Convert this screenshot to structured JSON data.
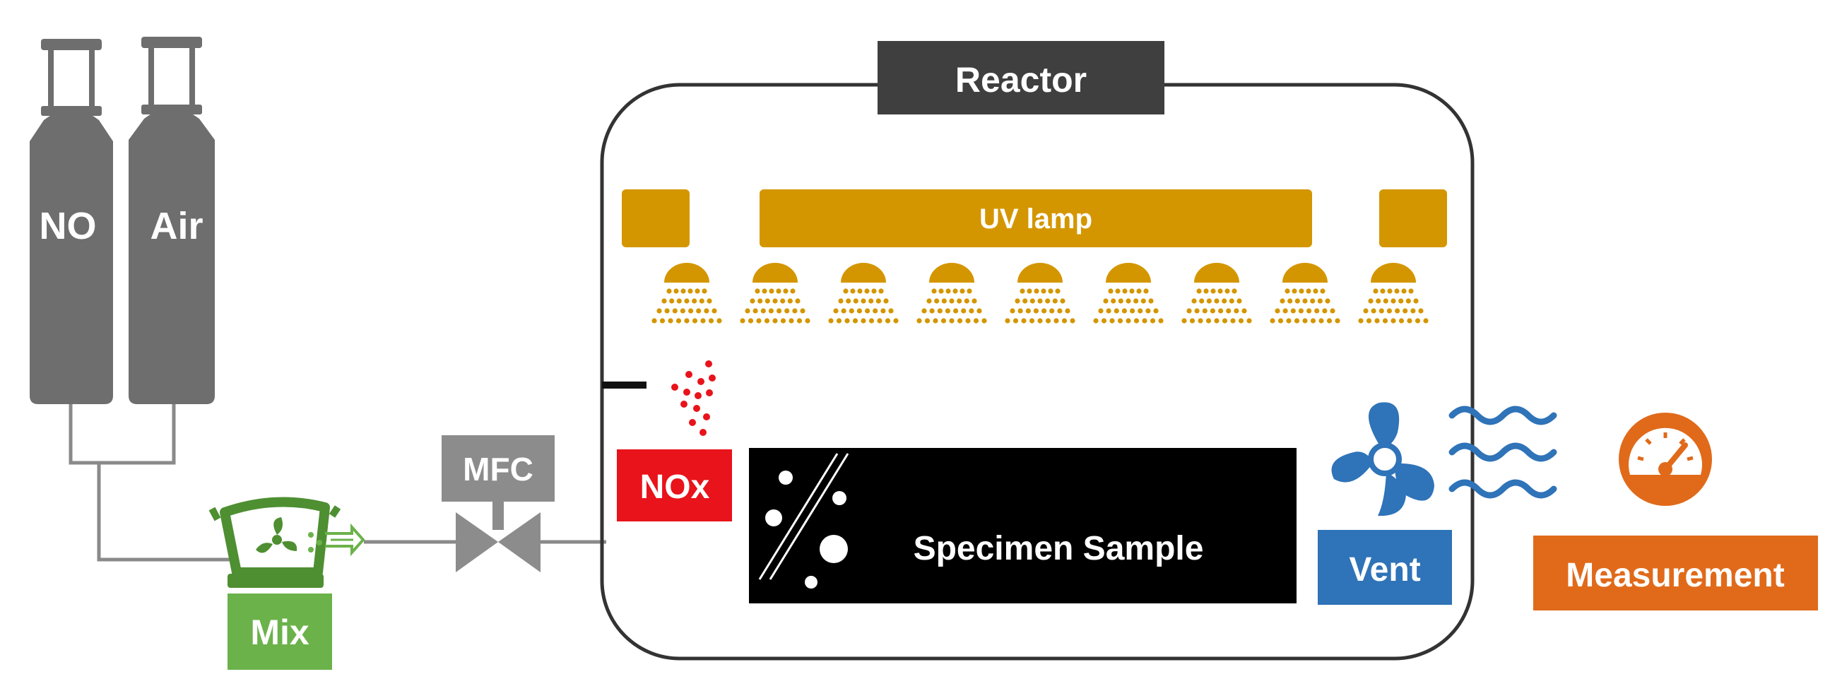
{
  "labels": {
    "no_cylinder": "NO",
    "air_cylinder": "Air",
    "mix": "Mix",
    "mfc": "MFC",
    "reactor": "Reactor",
    "uv_lamp": "UV lamp",
    "nox": "NOx",
    "specimen": "Specimen Sample",
    "vent": "Vent",
    "measurement": "Measurement"
  },
  "colors": {
    "cylinder": "#6e6e6e",
    "pipe": "#8a8a8a",
    "mix": "#6bb24a",
    "mix_dark": "#4e8f32",
    "mfc": "#8c8c8c",
    "reactor_label": "#3f3f3f",
    "uv": "#d49600",
    "nox": "#e8131b",
    "specimen": "#000000",
    "vent": "#2f73b8",
    "measurement": "#e06a1a"
  },
  "icons": {
    "mixer": "mixer-fan-icon",
    "valve": "valve-icon",
    "fan": "fan-icon",
    "waves": "waves-icon",
    "gauge": "gauge-icon"
  }
}
